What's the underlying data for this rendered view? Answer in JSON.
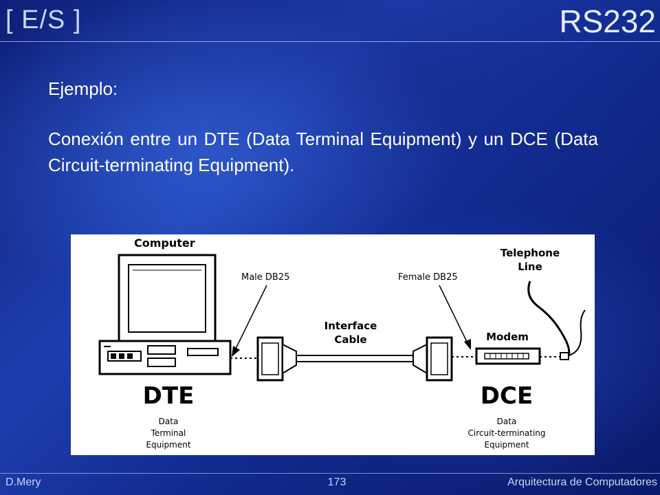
{
  "header": {
    "topic": "[ E/S ]",
    "title": "RS232"
  },
  "content": {
    "heading": "Ejemplo:",
    "body": "Conexión entre un DTE (Data Terminal Equipment) y un DCE (Data Circuit-terminating Equipment)."
  },
  "diagram": {
    "computer_label": "Computer",
    "male_connector_label": "Male DB25",
    "interface_cable_line1": "Interface",
    "interface_cable_line2": "Cable",
    "female_connector_label": "Female DB25",
    "telephone_line1": "Telephone",
    "telephone_line2": "Line",
    "modem_label": "Modem",
    "dte_label": "DTE",
    "dte_desc_line1": "Data",
    "dte_desc_line2": "Terminal",
    "dte_desc_line3": "Equipment",
    "dce_label": "DCE",
    "dce_desc_line1": "Data",
    "dce_desc_line2": "Circuit-terminating",
    "dce_desc_line3": "Equipment"
  },
  "footer": {
    "author": "D.Mery",
    "page": "173",
    "course": "Arquitectura de Computadores"
  }
}
